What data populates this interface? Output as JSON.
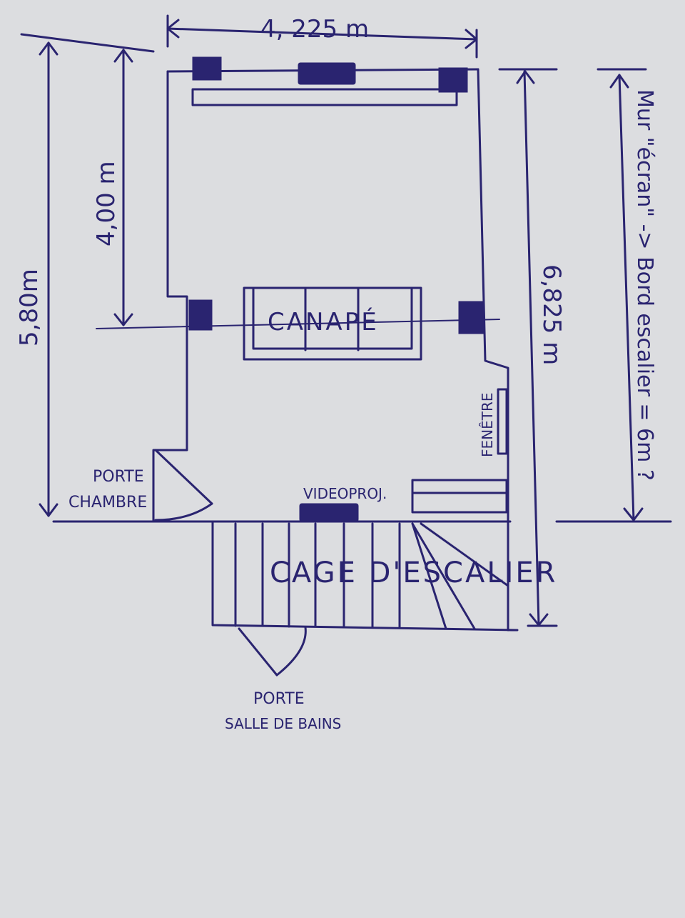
{
  "colors": {
    "paper": "#dcdde0",
    "ink": "#2a2470"
  },
  "dimensions": {
    "width": "4, 225 m",
    "height_left": "5,80m",
    "screen_to_sofa": "4,00 m",
    "total_height": "6,825 m",
    "side_note": "Mur \"écran\" -> Bord escalier = 6m ?"
  },
  "labels": {
    "sofa": "CANAPÉ",
    "window": "FENÊTRE",
    "projector": "VIDEOPROJ.",
    "stairwell": "CAGE D'ESCALIER",
    "bedroom_door_line1": "PORTE",
    "bedroom_door_line2": "CHAMBRE",
    "bath_door_line1": "PORTE",
    "bath_door_line2": "SALLE DE BAINS"
  }
}
